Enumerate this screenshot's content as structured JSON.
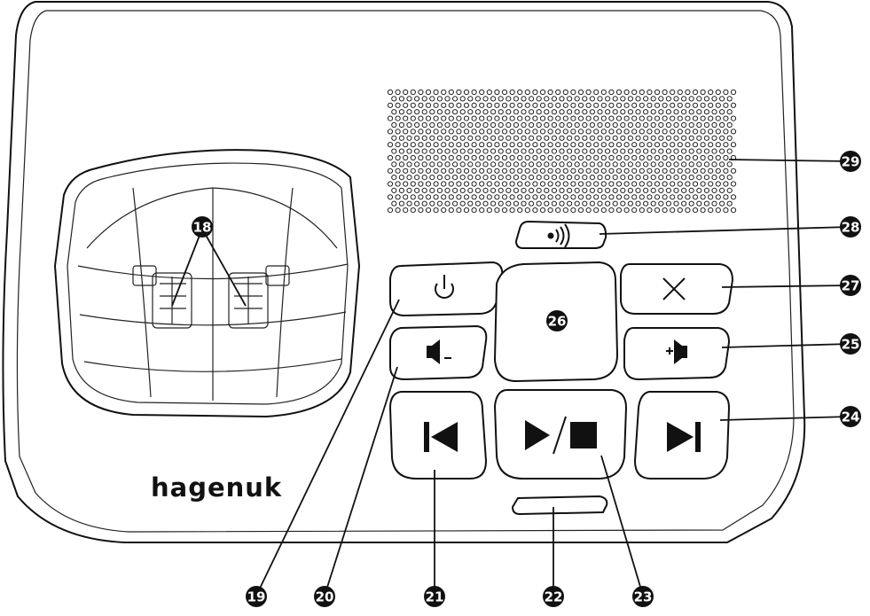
{
  "brand": {
    "logo_text": "hagenuk"
  },
  "callouts": [
    {
      "id": "c18",
      "label": "18",
      "part": "cradle-charging-contacts"
    },
    {
      "id": "c19",
      "label": "19",
      "part": "power-button"
    },
    {
      "id": "c20",
      "label": "20",
      "part": "volume-down-button"
    },
    {
      "id": "c21",
      "label": "21",
      "part": "skip-back-button"
    },
    {
      "id": "c22",
      "label": "22",
      "part": "message-indicator-light"
    },
    {
      "id": "c23",
      "label": "23",
      "part": "play-stop-button"
    },
    {
      "id": "c24",
      "label": "24",
      "part": "skip-forward-button"
    },
    {
      "id": "c25",
      "label": "25",
      "part": "volume-up-button"
    },
    {
      "id": "c26",
      "label": "26",
      "part": "message-counter-display"
    },
    {
      "id": "c27",
      "label": "27",
      "part": "delete-button"
    },
    {
      "id": "c28",
      "label": "28",
      "part": "find-handset-button"
    },
    {
      "id": "c29",
      "label": "29",
      "part": "speaker-grille"
    }
  ],
  "icons": {
    "power": "power-icon",
    "volume_down": "speaker-minus-icon",
    "volume_up": "speaker-plus-icon",
    "delete": "close-icon",
    "page": "paging-signal-icon",
    "skip_back": "skip-back-icon",
    "skip_forward": "skip-forward-icon",
    "play_stop": "play-stop-icon"
  },
  "colors": {
    "line": "#111111",
    "background": "#ffffff",
    "callout_fill": "#111111",
    "callout_text": "#ffffff"
  }
}
